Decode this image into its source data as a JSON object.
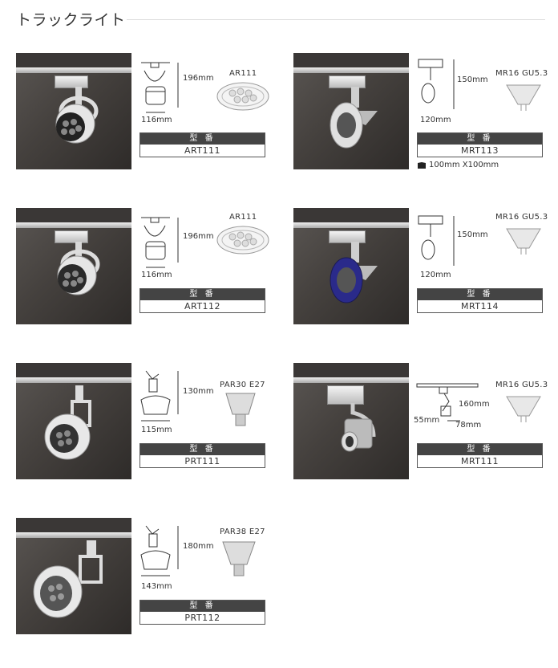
{
  "page_title": "トラックライト",
  "model_header": "型 番",
  "products": [
    {
      "model": "ART111",
      "dim_height": "196mm",
      "dim_width": "116mm",
      "lamp": "AR111",
      "note": ""
    },
    {
      "model": "MRT113",
      "dim_height": "150mm",
      "dim_width": "120mm",
      "lamp": "MR16 GU5.3",
      "note": "100mm X100mm"
    },
    {
      "model": "ART112",
      "dim_height": "196mm",
      "dim_width": "116mm",
      "lamp": "AR111",
      "note": ""
    },
    {
      "model": "MRT114",
      "dim_height": "150mm",
      "dim_width": "120mm",
      "lamp": "MR16 GU5.3",
      "note": ""
    },
    {
      "model": "PRT111",
      "dim_height": "130mm",
      "dim_width": "115mm",
      "lamp": "PAR30 E27",
      "note": ""
    },
    {
      "model": "MRT111",
      "dim_height": "160mm",
      "dim_width": "78mm",
      "dim_depth": "55mm",
      "lamp": "MR16 GU5.3",
      "note": ""
    },
    {
      "model": "PRT112",
      "dim_height": "180mm",
      "dim_width": "143mm",
      "lamp": "PAR38 E27",
      "note": ""
    }
  ],
  "colors": {
    "header_bg": "#444444",
    "photo_bg": "#45413e",
    "accent_blue": "#2a2a8a"
  }
}
